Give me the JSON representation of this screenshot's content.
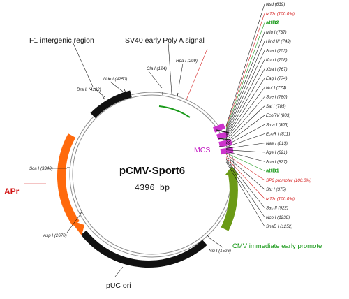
{
  "plasmid": {
    "name": "pCMV-Sport6",
    "size": "4396 bp"
  },
  "features": {
    "f1": "F1 intergenic region",
    "sv40": "SV40 early Poly A signal",
    "mcs": "MCS",
    "ap": "APr",
    "puc": "pUC ori",
    "cmv": "CMV immediate early promote"
  },
  "sites_left": [
    {
      "label": "Dra II (4182)"
    },
    {
      "label": "Nde I (4250)"
    },
    {
      "label": "Cla I (124)"
    },
    {
      "label": "Hpa I (299)"
    },
    {
      "label": "Sca I (3340)"
    },
    {
      "label": "Asp I (2670)"
    },
    {
      "label": "Nsi I (1526)"
    }
  ],
  "sites_right": [
    {
      "label": "Nsd (639)",
      "style": "black"
    },
    {
      "label": "M13r (100.0%)",
      "style": "red"
    },
    {
      "label": "attB2",
      "style": "green"
    },
    {
      "label": "Mlu I (737)",
      "style": "black"
    },
    {
      "label": "Hind III (743)",
      "style": "black"
    },
    {
      "label": "Apa I (753)",
      "style": "black"
    },
    {
      "label": "Kpn I (758)",
      "style": "black"
    },
    {
      "label": "Xba I (767)",
      "style": "black"
    },
    {
      "label": "Eag I (774)",
      "style": "black"
    },
    {
      "label": "Not I (774)",
      "style": "black"
    },
    {
      "label": "Spe I (780)",
      "style": "black"
    },
    {
      "label": "Sal I (785)",
      "style": "black"
    },
    {
      "label": "EcoRV (803)",
      "style": "black"
    },
    {
      "label": "Sma I (805)",
      "style": "black"
    },
    {
      "label": "EcoR I (811)",
      "style": "black"
    },
    {
      "label": "Nae I (813)",
      "style": "black"
    },
    {
      "label": "Age I (821)",
      "style": "black"
    },
    {
      "label": "Apa I (827)",
      "style": "black"
    },
    {
      "label": "attB1",
      "style": "green"
    },
    {
      "label": "SP6 promoter (100.0%)",
      "style": "red"
    },
    {
      "label": "Stu I (375)",
      "style": "black"
    },
    {
      "label": "M13r (100.0%)",
      "style": "red"
    },
    {
      "label": "Sac II (922)",
      "style": "black"
    },
    {
      "label": "Nco I (1238)",
      "style": "black"
    },
    {
      "label": "SnaB I (1252)",
      "style": "black"
    }
  ],
  "colors": {
    "backbone": "#9a9a9a",
    "feature_black": "#111111",
    "ap": "#ff6a0d",
    "cmv": "#6b9a16",
    "mcs": "#cc33cc",
    "sv40_arc": "#1a9a1a",
    "label_red": "#d21414",
    "label_green": "#119611"
  }
}
